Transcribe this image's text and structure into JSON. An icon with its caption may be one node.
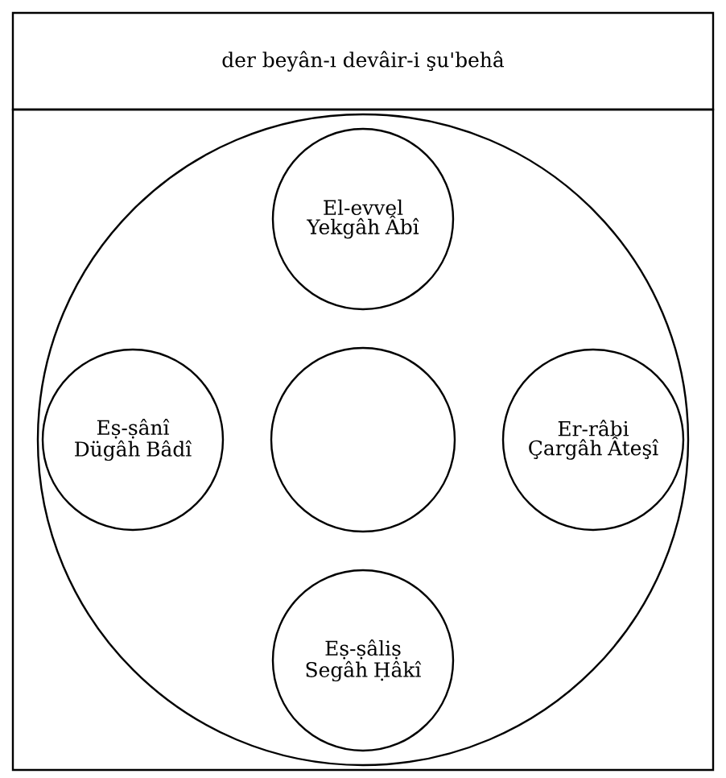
{
  "diagram": {
    "nodes": [
      {
        "text": [
          "der beyân-ı devâir-i şu'behâ"
        ]
      },
      {
        "text": [],
        "shape": "box"
      },
      {
        "text": [],
        "shape": "circle",
        "in": 1
      },
      {
        "text": [
          "El-evvel Yekgâh Âbî"
        ],
        "in": 2
      },
      {
        "text": [
          "Eṣ-ṣânî Dügâh Bâdî"
        ],
        "in": 2
      },
      {
        "text": [],
        "shape": "circle",
        "in": 2
      },
      {
        "text": [
          "Er-râbi Çargâh Âteşî"
        ],
        "in": 2
      },
      {
        "text": [
          "Eṣ-ṣâliṣ Segâh Ḥâkî"
        ],
        "in": 2
      }
    ]
  }
}
